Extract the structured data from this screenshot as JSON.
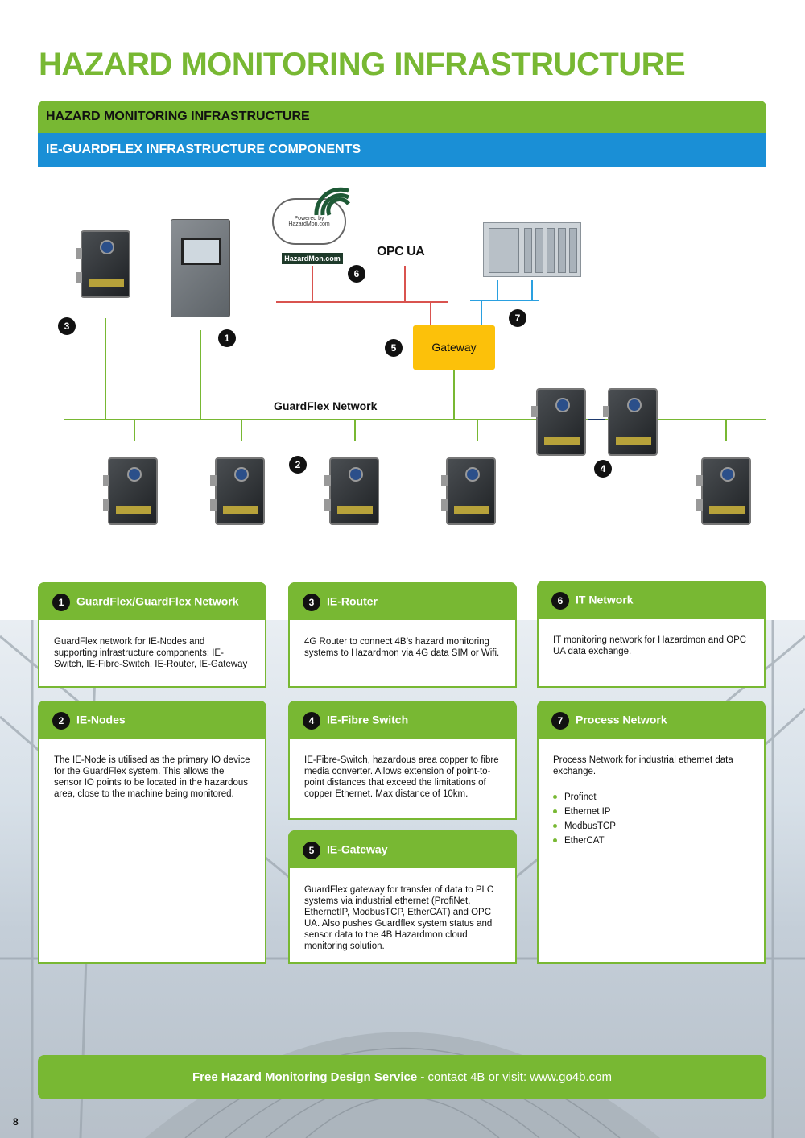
{
  "title": "HAZARD MONITORING INFRASTRUCTURE",
  "section_bar": "HAZARD MONITORING INFRASTRUCTURE",
  "subsection_bar": "IE-GUARDFLEX INFRASTRUCTURE COMPONENTS",
  "diagram": {
    "network_label": "GuardFlex Network",
    "gateway_label": "Gateway",
    "cloud_text": "Powered by HazardMon.com",
    "hazardmon_logo": "HazardMon.com",
    "opc_logo": "OPC UA",
    "badges": [
      "1",
      "2",
      "3",
      "4",
      "5",
      "6",
      "7"
    ]
  },
  "cards": [
    {
      "num": "1",
      "title": "GuardFlex/GuardFlex Network",
      "body": "GuardFlex network for IE-Nodes and supporting infrastructure components: IE-Switch, IE-Fibre-Switch, IE-Router, IE-Gateway"
    },
    {
      "num": "3",
      "title": "IE-Router",
      "body": "4G Router to connect 4B’s hazard monitoring systems to Hazardmon via 4G data SIM or Wifi."
    },
    {
      "num": "6",
      "title": "IT Network",
      "body": "IT monitoring network for Hazardmon and OPC UA data exchange."
    },
    {
      "num": "2",
      "title": "IE-Nodes",
      "body": "The IE-Node is utilised as the primary IO device for the GuardFlex system.  This allows the sensor IO points to be located in the hazardous area, close to the machine being monitored."
    },
    {
      "num": "4",
      "title": "IE-Fibre Switch",
      "body": "IE-Fibre-Switch, hazardous area copper to fibre media converter.  Allows extension of point-to-point distances that exceed the limitations of copper Ethernet.  Max distance of 10km."
    },
    {
      "num": "5",
      "title": "IE-Gateway",
      "body": "GuardFlex gateway for transfer of data to PLC systems via industrial ethernet (ProfiNet, EthernetIP, ModbusTCP, EtherCAT) and OPC UA.  Also pushes Guardflex system status and sensor data to the 4B Hazardmon cloud monitoring solution."
    },
    {
      "num": "7",
      "title": "Process Network",
      "body": "Process Network for industrial ethernet data exchange.",
      "list": [
        "Profinet",
        "Ethernet IP",
        "ModbusTCP",
        "EtherCAT"
      ]
    }
  ],
  "footer": {
    "bold": "Free Hazard Monitoring Design Service -",
    "rest": " contact 4B or visit: www.go4b.com"
  },
  "page_number": "8",
  "colors": {
    "green": "#78b833",
    "blue": "#1a8fd6",
    "gateway": "#fcc10a",
    "it_line": "#d9534f",
    "process_line": "#2aa0e0"
  }
}
